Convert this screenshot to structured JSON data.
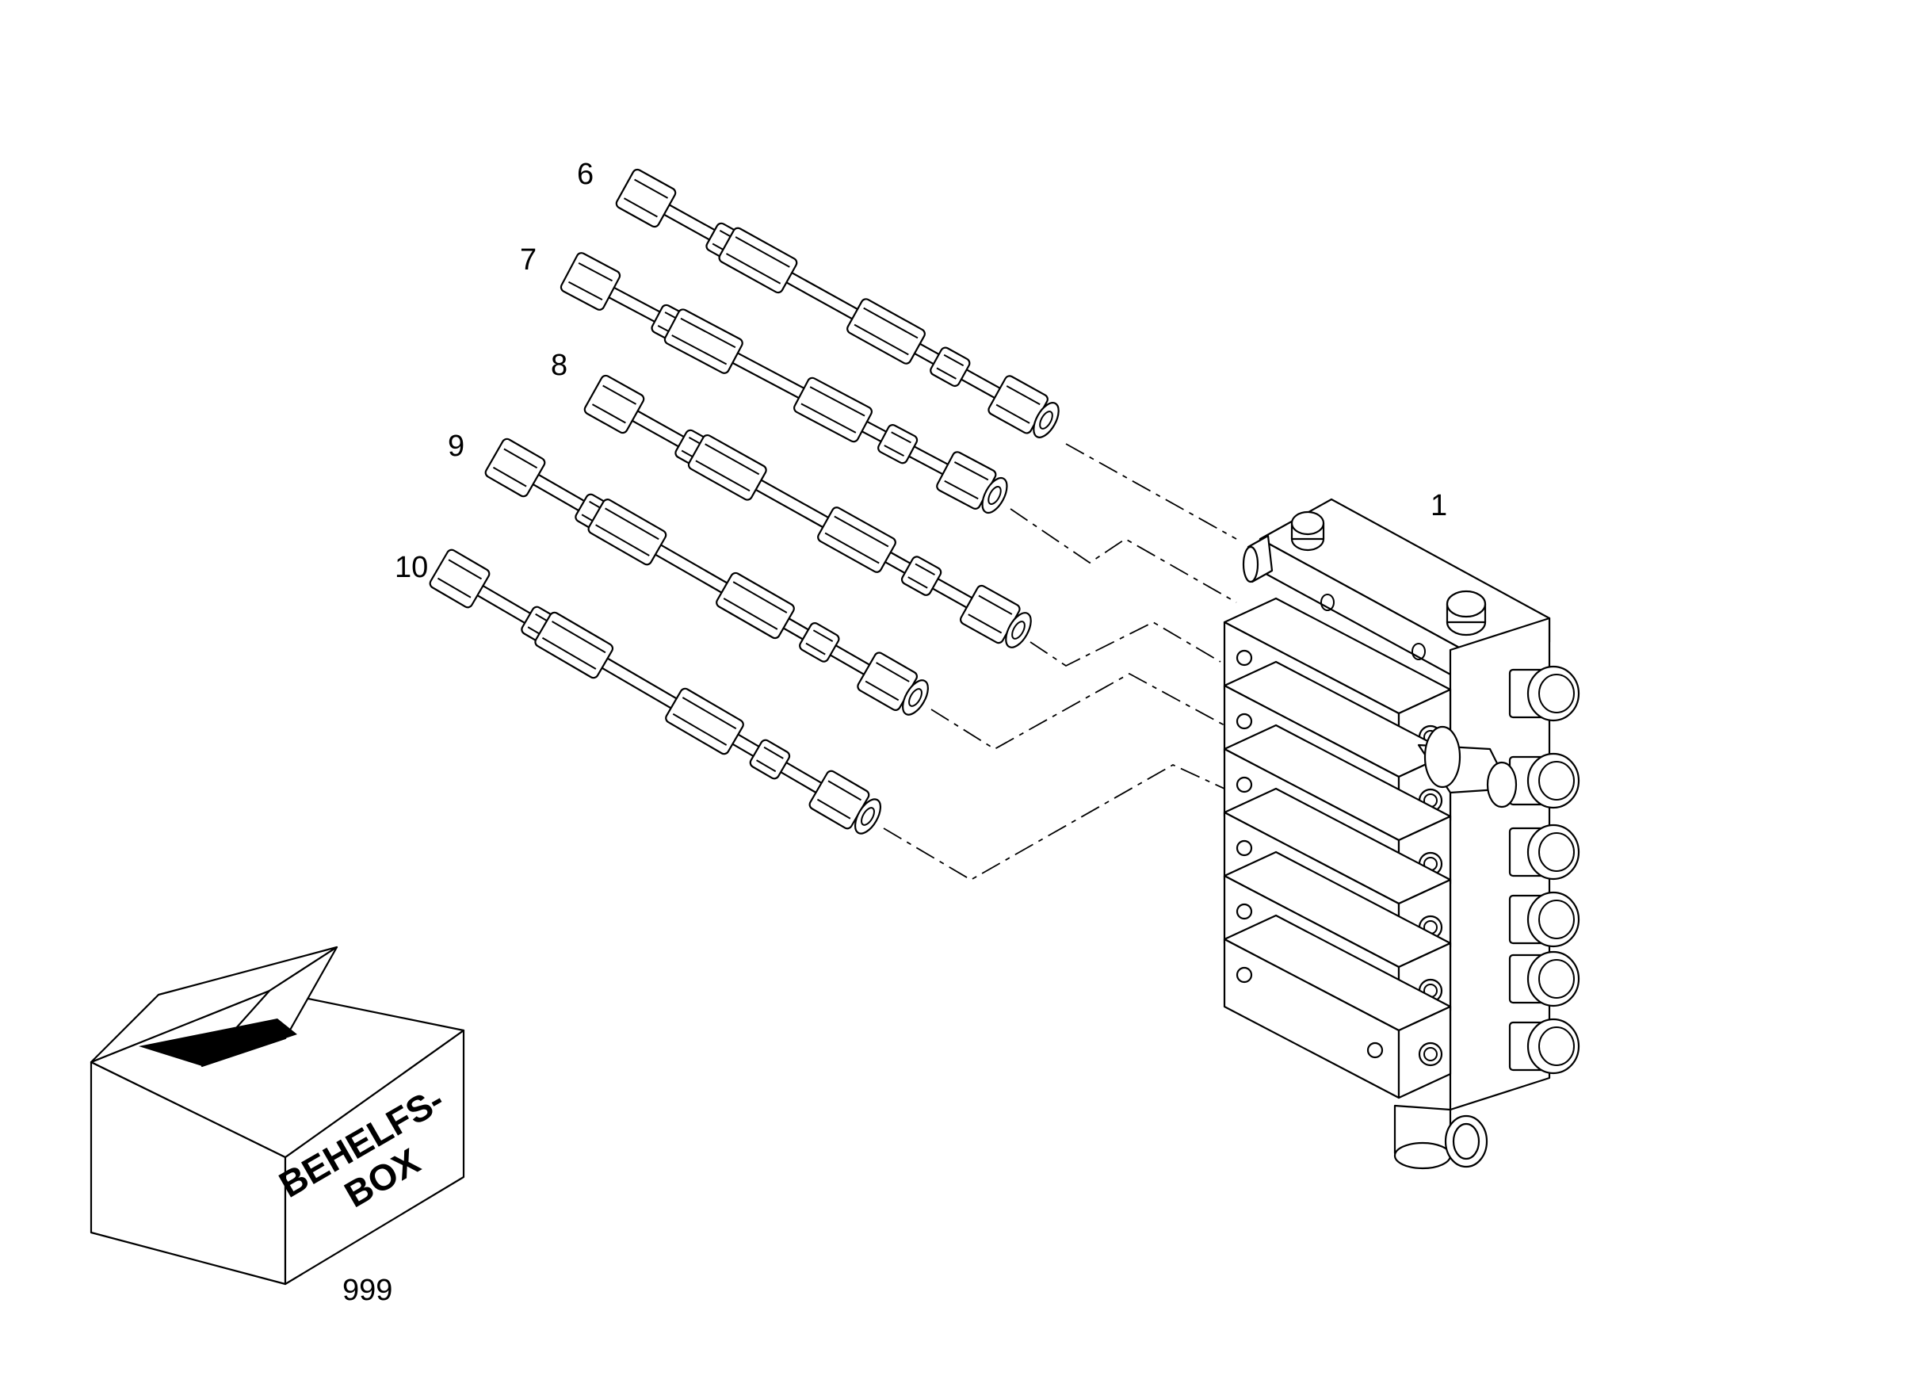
{
  "diagram": {
    "callouts": {
      "distributor": "1",
      "line_6": "6",
      "line_7": "7",
      "line_8": "8",
      "line_9": "9",
      "line_10": "10",
      "box": "999"
    },
    "box_label_line1": "BEHELFS-",
    "box_label_line2": "BOX",
    "line_color": "#000000",
    "background": "#ffffff"
  }
}
